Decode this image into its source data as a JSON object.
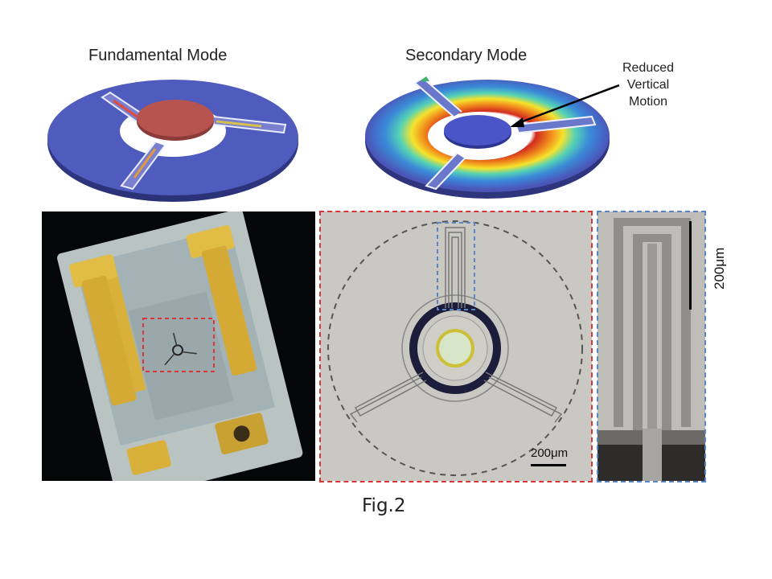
{
  "figure": {
    "caption": "Fig.2",
    "top": {
      "left_title": "Fundamental Mode",
      "right_title": "Secondary Mode",
      "annotation_lines": [
        "Reduced",
        "Vertical",
        "Motion"
      ]
    },
    "bottom": {
      "middle_scalebar_label": "200μm",
      "right_scalebar_label": "200μm"
    },
    "colors": {
      "disk_blue": "#4a56b8",
      "hub_red": "#b85450",
      "red_dash": "#d9363a",
      "blue_dash": "#5a86c8",
      "gold_pad": "#d9b13a"
    }
  }
}
